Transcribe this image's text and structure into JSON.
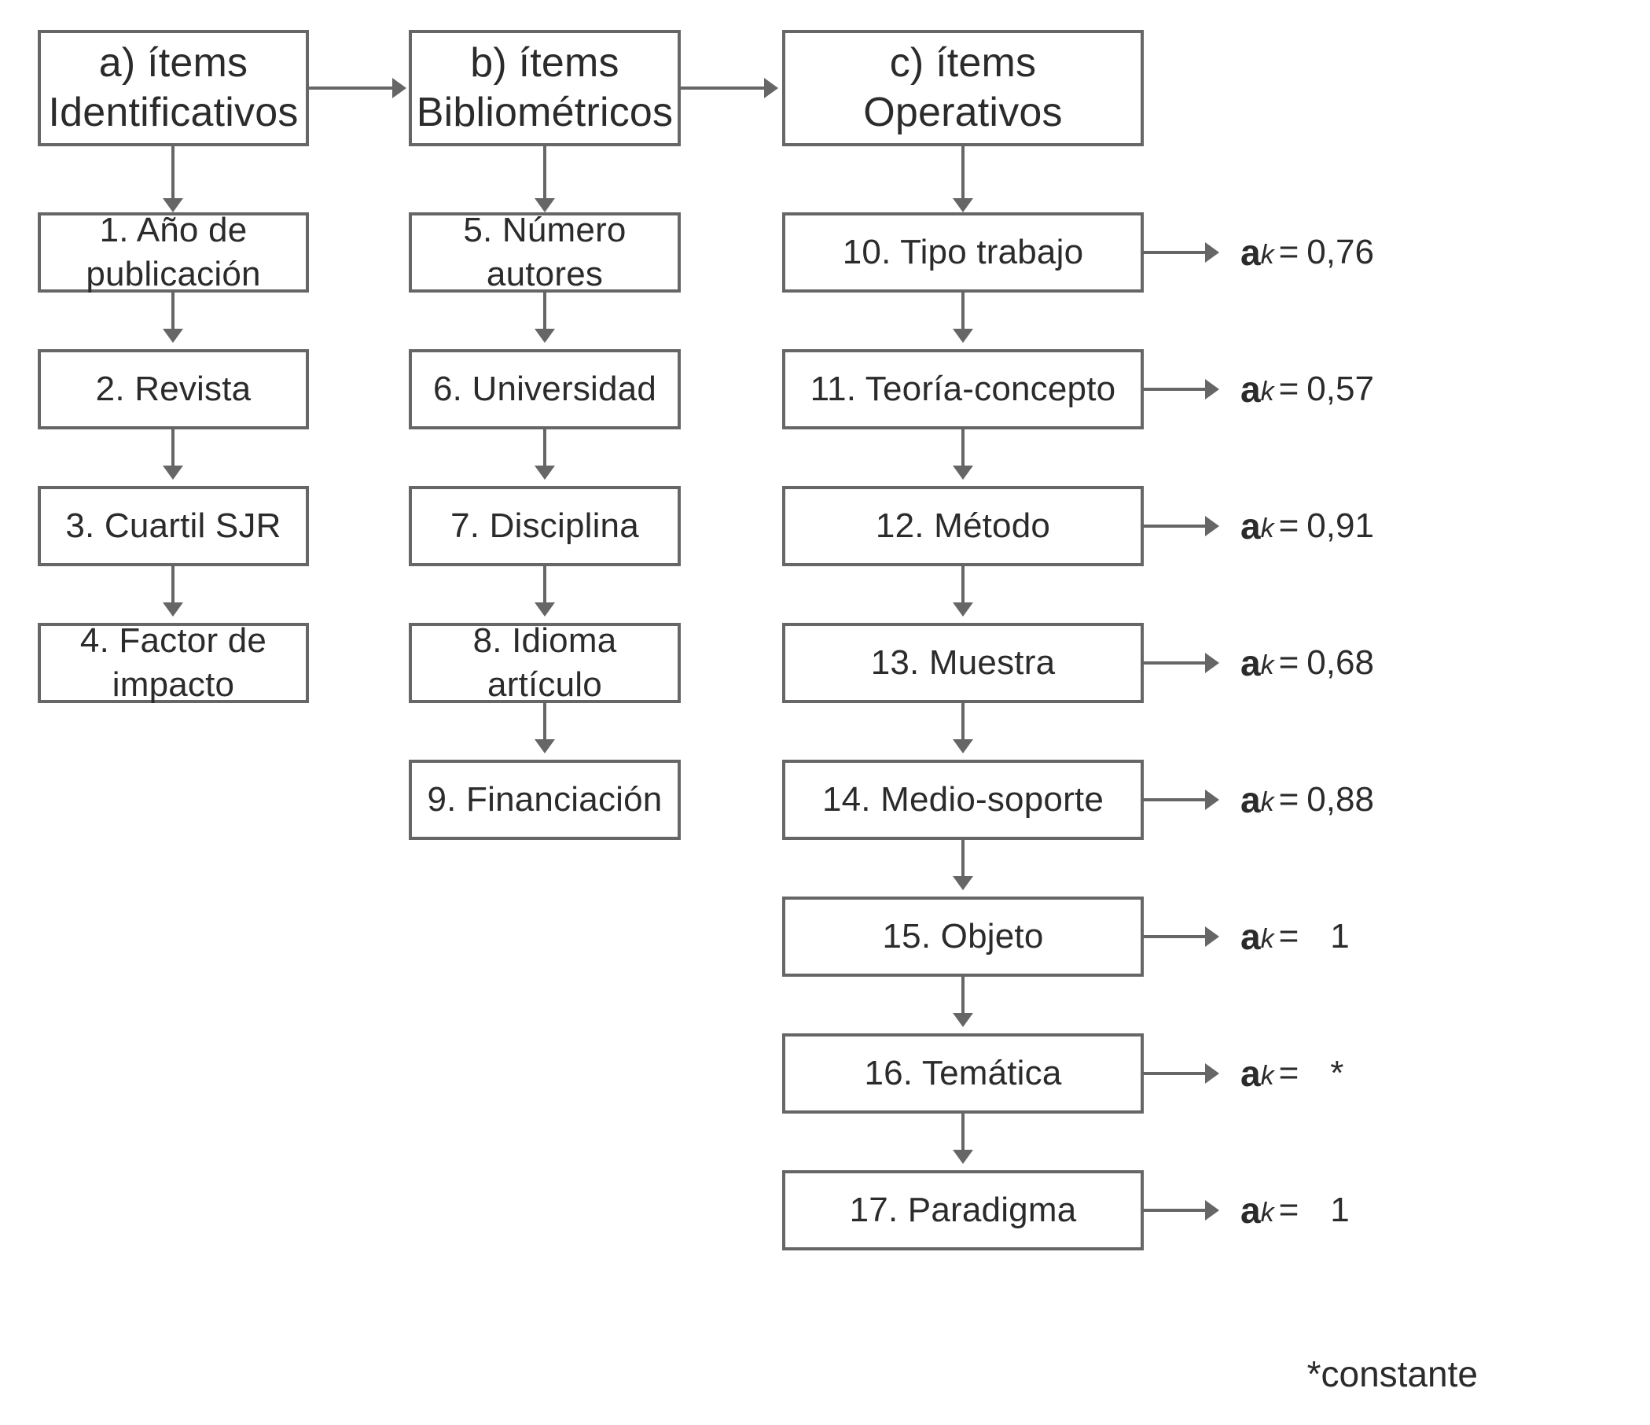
{
  "diagram": {
    "title_note": "*constante",
    "line_color": "#666666",
    "text_color": "#2b2b2b",
    "columns": [
      {
        "id": "a",
        "header": "a) ítems\nIdentificativos",
        "items": [
          {
            "label": "1. Año de publicación"
          },
          {
            "label": "2. Revista"
          },
          {
            "label": "3. Cuartil SJR"
          },
          {
            "label": "4. Factor de impacto"
          }
        ]
      },
      {
        "id": "b",
        "header": "b) ítems\nBibliométricos",
        "items": [
          {
            "label": "5. Número autores"
          },
          {
            "label": "6. Universidad"
          },
          {
            "label": "7. Disciplina"
          },
          {
            "label": "8. Idioma artículo"
          },
          {
            "label": "9. Financiación"
          }
        ]
      },
      {
        "id": "c",
        "header": "c) ítems\nOperativos",
        "items": [
          {
            "label": "10. Tipo trabajo",
            "alpha_symbol": "a",
            "alpha_sub": "k",
            "alpha_eq": "=",
            "alpha_value": "0,76"
          },
          {
            "label": "11. Teoría-concepto",
            "alpha_symbol": "a",
            "alpha_sub": "k",
            "alpha_eq": "=",
            "alpha_value": "0,57"
          },
          {
            "label": "12. Método",
            "alpha_symbol": "a",
            "alpha_sub": "k",
            "alpha_eq": "=",
            "alpha_value": "0,91"
          },
          {
            "label": "13. Muestra",
            "alpha_symbol": "a",
            "alpha_sub": "k",
            "alpha_eq": "=",
            "alpha_value": "0,68"
          },
          {
            "label": "14. Medio-soporte",
            "alpha_symbol": "a",
            "alpha_sub": "k",
            "alpha_eq": "=",
            "alpha_value": "0,88"
          },
          {
            "label": "15. Objeto",
            "alpha_symbol": "a",
            "alpha_sub": "k",
            "alpha_eq": "=",
            "alpha_value": "1"
          },
          {
            "label": "16. Temática",
            "alpha_symbol": "a",
            "alpha_sub": "k",
            "alpha_eq": "=",
            "alpha_value": "*"
          },
          {
            "label": "17. Paradigma",
            "alpha_symbol": "a",
            "alpha_sub": "k",
            "alpha_eq": "=",
            "alpha_value": "1"
          }
        ]
      }
    ]
  }
}
